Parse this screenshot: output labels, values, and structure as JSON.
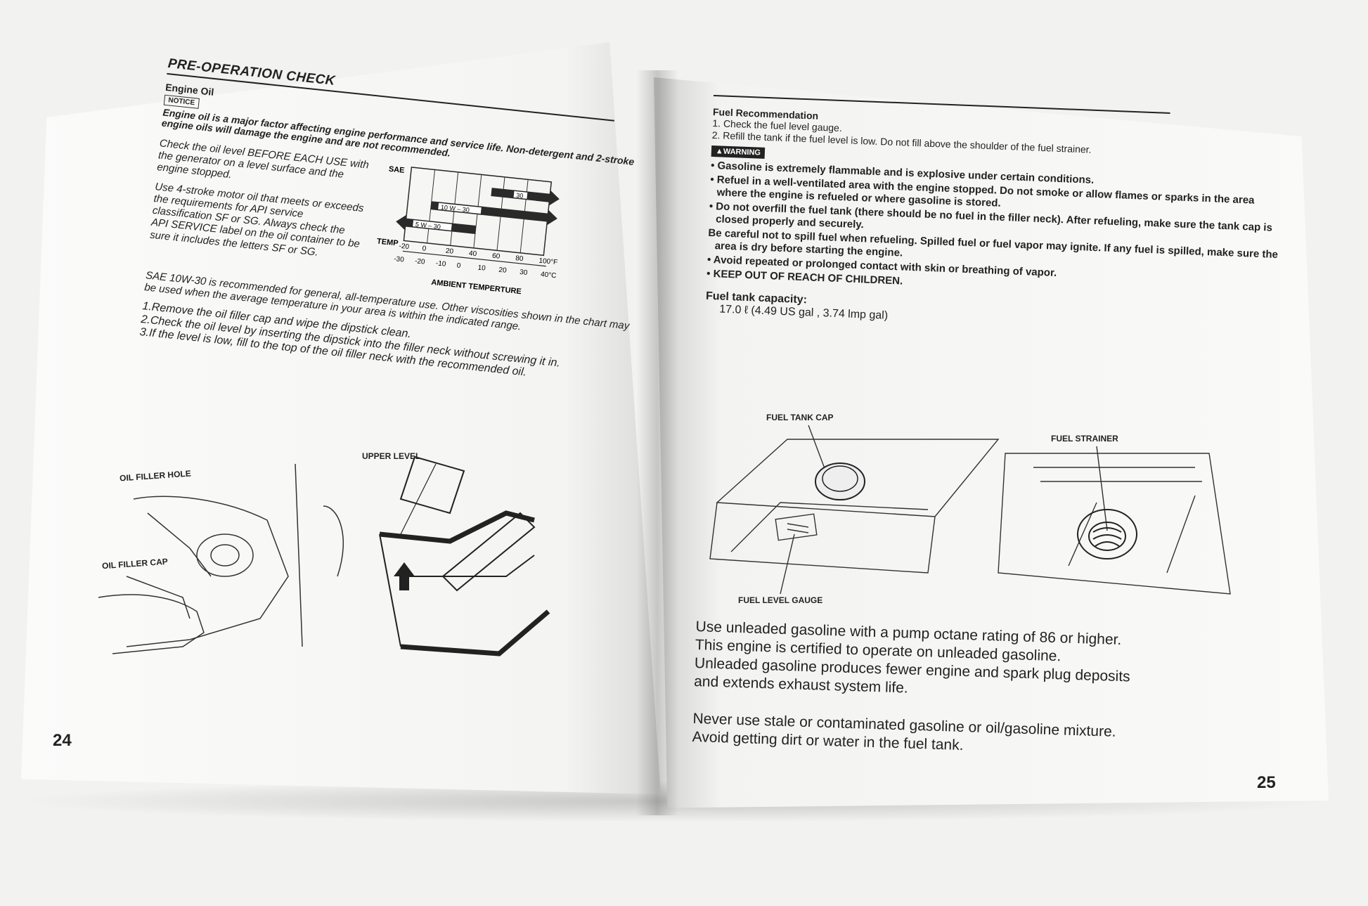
{
  "left_page": {
    "title": "PRE-OPERATION CHECK",
    "subtitle": "Engine Oil",
    "notice_badge": "NOTICE",
    "notice_text": "Engine oil is a major factor affecting engine performance and service life. Non-detergent and 2-stroke engine oils will damage the engine and are not recommended.",
    "check_text": "Check the oil level BEFORE EACH USE with the generator on a level surface and the engine stopped.",
    "use_text": "Use 4-stroke motor oil that meets or exceeds the requirements for API service classification SF or SG. Always check the API SERVICE label on the oil container to be sure it includes the letters SF or SG.",
    "sae_text": "SAE 10W-30 is recommended for general, all-temperature use. Other viscosities shown in the chart may be used when the average temperature in your area is within the indicated range.",
    "steps": [
      "1.Remove the oil filler cap and wipe the dipstick clean.",
      "2.Check the oil level by inserting the dipstick into the filler neck without screwing it in.",
      "3.If the level is low, fill to the top of the oil filler neck with the recommended oil."
    ],
    "fig_labels": {
      "oil_filler_hole": "OIL FILLER HOLE",
      "oil_filler_cap": "OIL FILLER CAP",
      "upper_level": "UPPER LEVEL"
    },
    "page_number": "24"
  },
  "viscosity_chart": {
    "sae_label": "SAE",
    "temp_label": "TEMP",
    "f_ticks": [
      "-20",
      "0",
      "20",
      "40",
      "60",
      "80",
      "100°F"
    ],
    "c_ticks": [
      "-30",
      "-20",
      "-10",
      "0",
      "10",
      "20",
      "30",
      "40°C"
    ],
    "axis_title": "AMBIENT TEMPERTURE",
    "grades": [
      "30",
      "10 W – 30",
      "5 W – 30"
    ]
  },
  "chart_data": {
    "type": "bar",
    "title": "",
    "xlabel": "AMBIENT TEMPERTURE",
    "ylabel": "SAE",
    "categories": [
      "30",
      "10 W – 30",
      "5 W – 30"
    ],
    "ranges_f": [
      [
        50,
        100
      ],
      [
        0,
        100
      ],
      [
        -20,
        40
      ]
    ],
    "xlim_f": [
      -20,
      100
    ],
    "grid": true
  },
  "right_page": {
    "heading": "Fuel Recommendation",
    "step1": "1. Check the fuel level gauge.",
    "step2": "2. Refill the tank if the fuel level is low. Do not fill above the shoulder of the fuel strainer.",
    "warning_badge": "▲WARNING",
    "warnings": [
      "• Gasoline is extremely flammable and is explosive under certain conditions.",
      "• Refuel in a well-ventilated area with the engine stopped. Do not smoke or allow flames or sparks in the area where the engine is refueled or where gasoline is stored.",
      "• Do not overfill the fuel tank (there should be no fuel in the filler neck). After refueling, make sure the tank cap is closed properly and securely.",
      "Be careful not to spill fuel when refueling. Spilled fuel or fuel vapor may ignite. If any fuel is spilled, make sure the area is dry before starting the engine.",
      "• Avoid repeated or prolonged contact with skin or breathing of vapor.",
      "• KEEP OUT OF REACH OF CHILDREN."
    ],
    "capacity_title": "Fuel tank capacity:",
    "capacity_value": "17.0 ℓ (4.49 US gal , 3.74 lmp gal)",
    "fig_labels": {
      "fuel_tank_cap": "FUEL TANK CAP",
      "fuel_strainer": "FUEL STRAINER",
      "fuel_level_gauge": "FUEL LEVEL GAUGE"
    },
    "para1": [
      "Use unleaded gasoline with a pump octane rating of 86 or higher.",
      "This engine is certified to operate on unleaded gasoline.",
      "Unleaded gasoline produces fewer engine and spark plug deposits",
      "and extends exhaust system life."
    ],
    "para2": [
      "Never use stale or contaminated gasoline or oil/gasoline mixture.",
      "Avoid getting dirt or water in the fuel tank."
    ],
    "page_number": "25"
  }
}
